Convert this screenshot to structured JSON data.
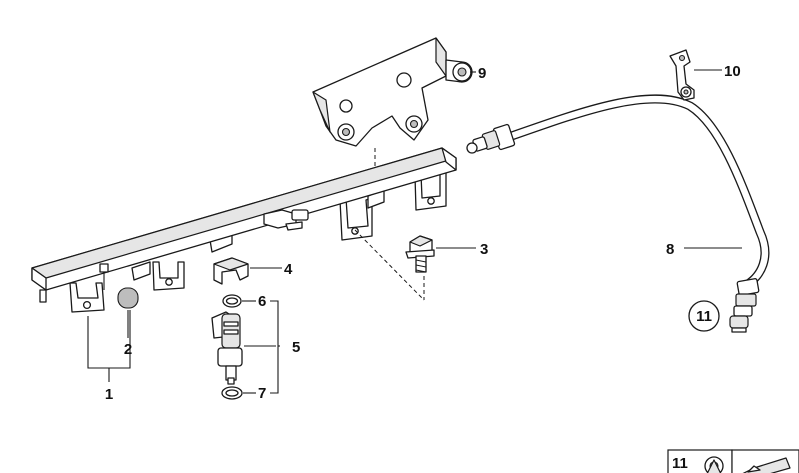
{
  "labels": {
    "l1": "1",
    "l2": "2",
    "l3": "3",
    "l4": "4",
    "l5": "5",
    "l6": "6",
    "l7": "7",
    "l8": "8",
    "l9": "9",
    "l10": "10",
    "l11": "11"
  },
  "legend": {
    "number": "11"
  }
}
